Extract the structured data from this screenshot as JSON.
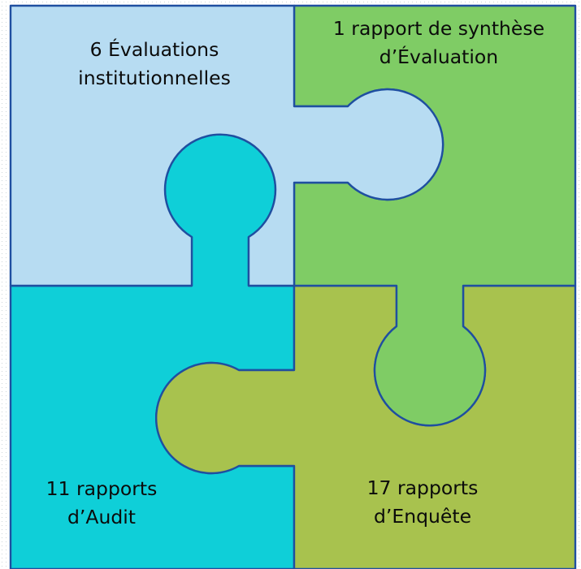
{
  "colors": {
    "top_left": "#b7dcf2",
    "top_right": "#7fcc65",
    "bottom_left": "#0fcfd8",
    "bottom_right": "#a8c24e",
    "outline": "#1f4fa0",
    "text": "#0b0b0b"
  },
  "pieces": {
    "top_left": {
      "line1": "6 Évaluations",
      "line2": "institutionnelles"
    },
    "top_right": {
      "line1": "1 rapport de synthèse",
      "line2": "d’Évaluation"
    },
    "bottom_left": {
      "line1": "11 rapports",
      "line2": "d’Audit"
    },
    "bottom_right": {
      "line1": "17 rapports",
      "line2": "d’Enquête"
    }
  }
}
